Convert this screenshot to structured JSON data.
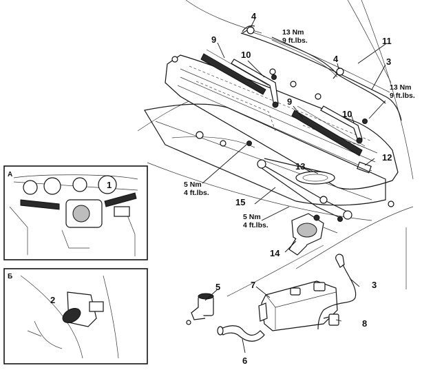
{
  "callouts": {
    "c1": "1",
    "c2": "2",
    "c3a": "3",
    "c3b": "3",
    "c4a": "4",
    "c4b": "4",
    "c5": "5",
    "c6": "6",
    "c7": "7",
    "c8": "8",
    "c9a": "9",
    "c9b": "9",
    "c10a": "10",
    "c10b": "10",
    "c11": "11",
    "c12": "12",
    "c13": "13",
    "c14": "14",
    "c15": "15"
  },
  "torque_specs": {
    "t1": {
      "nm": "13 Nm",
      "ftlbs": "9 ft.lbs."
    },
    "t2": {
      "nm": "13 Nm",
      "ftlbs": "9 ft.lbs."
    },
    "t3": {
      "nm": "5 Nm",
      "ftlbs": "4 ft.lbs."
    },
    "t4": {
      "nm": "5 Nm",
      "ftlbs": "4 ft.lbs."
    }
  },
  "insets": {
    "a": {
      "tag": "A"
    },
    "b": {
      "tag": "Б"
    }
  }
}
